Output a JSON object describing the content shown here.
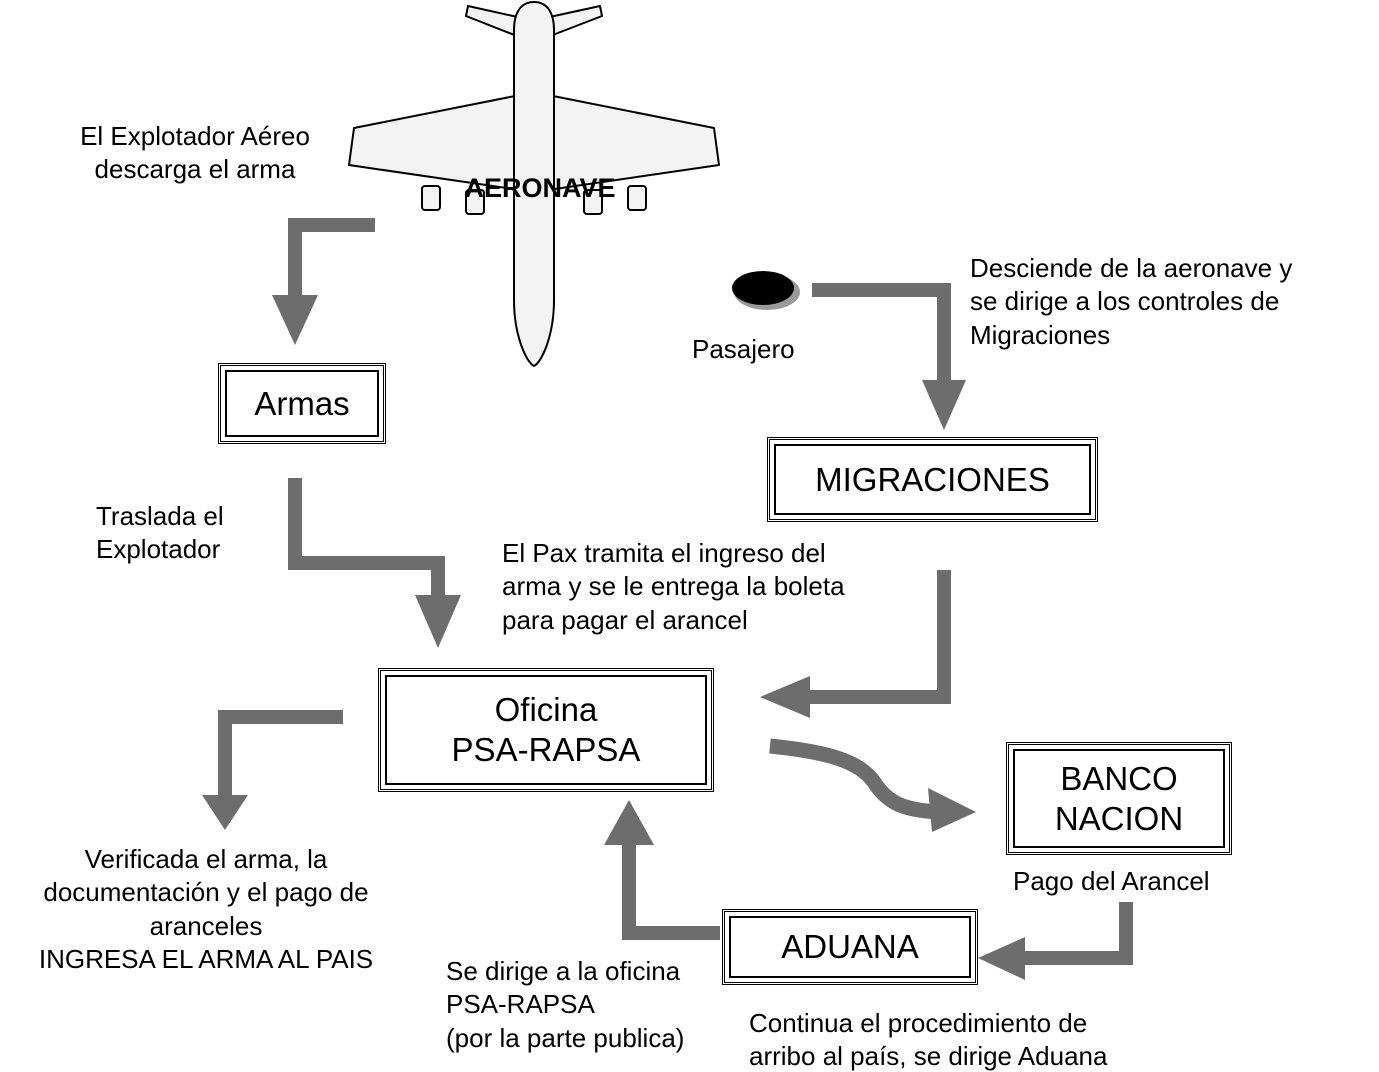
{
  "aircraft": {
    "label": "AERONAVE"
  },
  "passenger": {
    "label": "Pasajero"
  },
  "boxes": {
    "armas": "Armas",
    "migraciones": "MIGRACIONES",
    "oficina_line1": "Oficina",
    "oficina_line2": "PSA-RAPSA",
    "banco_line1": "BANCO",
    "banco_line2": "NACION",
    "aduana": "ADUANA"
  },
  "captions": {
    "explotador_1": "El Explotador Aéreo",
    "explotador_2": "descarga el arma",
    "desciende_1": "Desciende de la aeronave y",
    "desciende_2": "se dirige a los controles de",
    "desciende_3": "Migraciones",
    "traslada_1": "Traslada el",
    "traslada_2": "Explotador",
    "pax_1": "El Pax tramita el ingreso del",
    "pax_2": "arma y se le entrega la boleta",
    "pax_3": "para pagar el arancel",
    "verificada_1": "Verificada el arma, la",
    "verificada_2": "documentación y el pago de",
    "verificada_3": "aranceles",
    "verificada_4": "INGRESA EL ARMA AL PAIS",
    "pago": "Pago del Arancel",
    "sedirige_1": "Se dirige a la oficina",
    "sedirige_2": "PSA-RAPSA",
    "sedirige_3": "(por la parte publica)",
    "continua_1": "Continua el procedimiento de",
    "continua_2": "arribo al país, se dirige Aduana"
  },
  "colors": {
    "arrow": "#6d6d6d",
    "airplane_fill": "#f3f3f3",
    "passenger": "#000000"
  }
}
